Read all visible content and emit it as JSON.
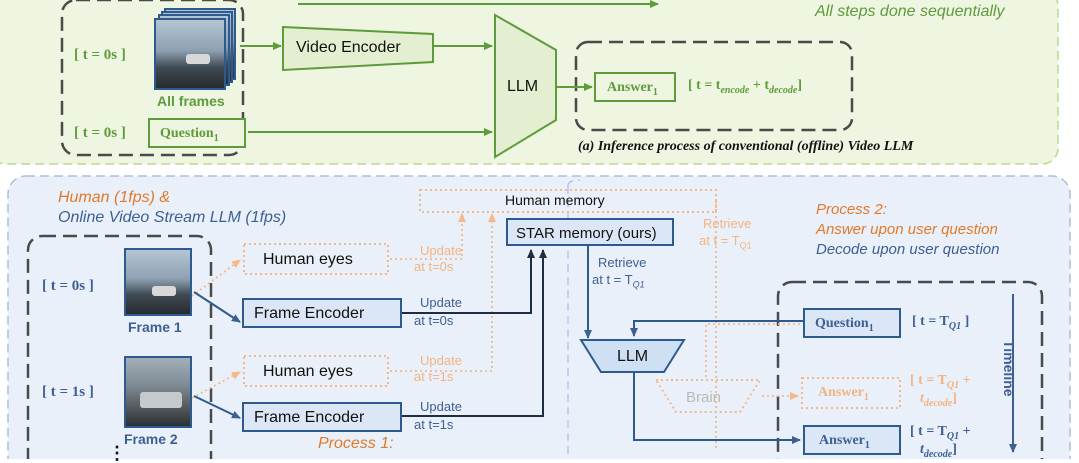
{
  "top": {
    "t0_frames": "[ t = 0s ]",
    "t0_question": "[ t = 0s ]",
    "all_frames": "All frames",
    "video_encoder": "Video Encoder",
    "llm": "LLM",
    "question": "Question",
    "question_sub": "1",
    "answer": "Answer",
    "answer_sub": "1",
    "answer_time": "[ t = t",
    "answer_time_encode": "encode",
    "answer_time_plus": " + t",
    "answer_time_decode": "decode",
    "answer_time_end": "]",
    "all_steps": "All steps done sequentially",
    "caption": "(a) Inference process of conventional (offline) Video LLM"
  },
  "bottom": {
    "human_title_1": "Human (1fps) &",
    "human_title_2": "Online Video Stream LLM (1fps)",
    "human_memory": "Human memory",
    "star_memory": "STAR memory (ours)",
    "retrieve_dim_1": "Retrieve",
    "retrieve_dim_2": "at t = T",
    "retrieve_dim_sub": "Q1",
    "retrieve_1": "Retrieve",
    "retrieve_2": "at t = T",
    "retrieve_sub": "Q1",
    "process2_title": "Process 2:",
    "process2_line1": "Answer upon user question",
    "process2_line2": "Decode upon user question",
    "frame1_time": "[ t = 0s ]",
    "frame2_time": "[ t = 1s ]",
    "frame1_label": "Frame 1",
    "frame2_label": "Frame 2",
    "human_eyes_1": "Human eyes",
    "human_eyes_2": "Human eyes",
    "update_dim_1a": "Update",
    "update_dim_1b": "at t=0s",
    "update_dim_2a": "Update",
    "update_dim_2b": "at t=1s",
    "frame_encoder_1": "Frame Encoder",
    "frame_encoder_2": "Frame Encoder",
    "update_1a": "Update",
    "update_1b": "at t=0s",
    "update_2a": "Update",
    "update_2b": "at t=1s",
    "process1": "Process 1:",
    "llm": "LLM",
    "brain": "Brain",
    "question": "Question",
    "question_sub": "1",
    "question_time": "[ t = T",
    "question_time_sub": "Q1",
    "question_time_end": " ]",
    "answer_dim": "Answer",
    "answer_dim_sub": "1",
    "answer_dim_time_1": "[ t = T",
    "answer_dim_time_sub": "Q1",
    "answer_dim_time_plus": " +",
    "answer_dim_time_2": "t",
    "answer_dim_time_2_sub": "decode",
    "answer_dim_time_end": "]",
    "answer": "Answer",
    "answer_sub": "1",
    "answer_time_1": "[ t = T",
    "answer_time_sub": "Q1",
    "answer_time_plus": " +",
    "answer_time_2": "t",
    "answer_time_2_sub": "decode",
    "answer_time_end": "]",
    "timeline": "Timeline",
    "ellipsis": "⋮"
  },
  "colors": {
    "green": "#5e9b3b",
    "blue": "#3d5f93",
    "orange": "#e07a2a",
    "panel_green": "#eef5e1",
    "panel_blue": "#eaf0f9"
  }
}
